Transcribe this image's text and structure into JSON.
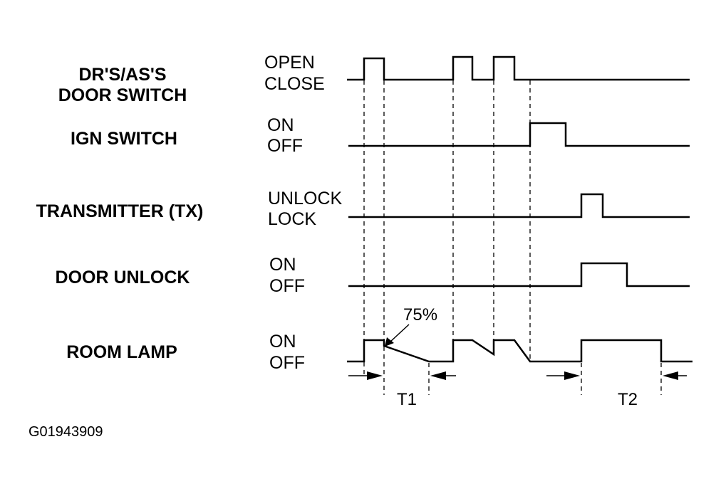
{
  "signals": [
    {
      "name": "DR'S/AS'S\nDOOR SWITCH",
      "high_label": "OPEN",
      "low_label": "CLOSE"
    },
    {
      "name": "IGN SWITCH",
      "high_label": "ON",
      "low_label": "OFF"
    },
    {
      "name": "TRANSMITTER (TX)",
      "high_label": "UNLOCK",
      "low_label": "LOCK"
    },
    {
      "name": "DOOR UNLOCK",
      "high_label": "ON",
      "low_label": "OFF"
    },
    {
      "name": "ROOM LAMP",
      "high_label": "ON",
      "low_label": "OFF"
    }
  ],
  "annotations": {
    "percent": "75%",
    "t1": "T1",
    "t2": "T2"
  },
  "figure_id": "G01943909"
}
